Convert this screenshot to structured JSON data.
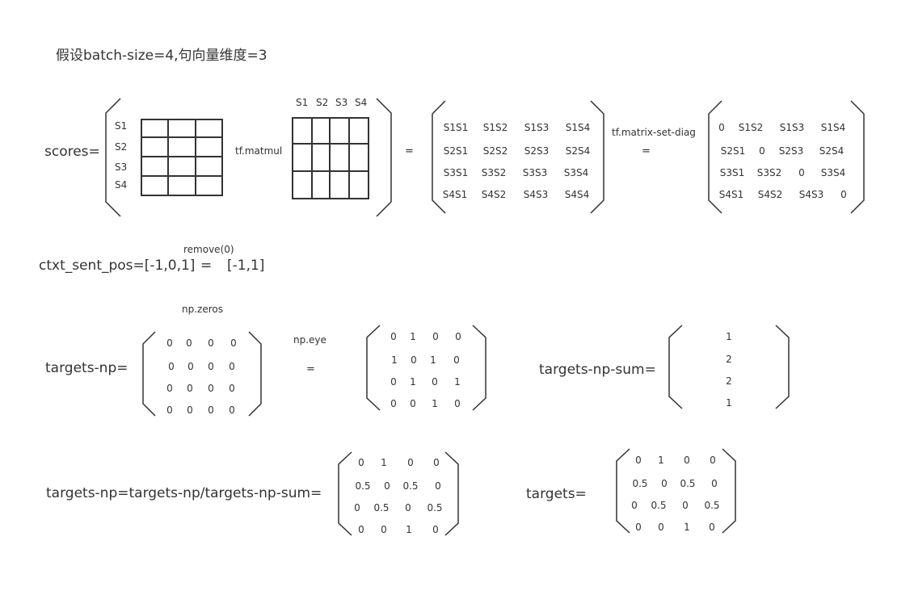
{
  "title": "假设batch-size=4,句向量维度=3",
  "scores": {
    "label": "scores=",
    "row_labels": [
      "S1",
      "S2",
      "S3",
      "S4"
    ],
    "col_labels": [
      "S1",
      "S2",
      "S3",
      "S4"
    ],
    "op_matmul": "tf.matmul",
    "equals": "=",
    "product": [
      [
        "S1S1",
        "S1S2",
        "S1S3",
        "S1S4"
      ],
      [
        "S2S1",
        "S2S2",
        "S2S3",
        "S2S4"
      ],
      [
        "S3S1",
        "S3S2",
        "S3S3",
        "S3S4"
      ],
      [
        "S4S1",
        "S4S2",
        "S4S3",
        "S4S4"
      ]
    ],
    "op_setdiag": "tf.matrix-set-diag",
    "equals2": "=",
    "diag_result": [
      [
        "0",
        "S1S2",
        "S1S3",
        "S1S4"
      ],
      [
        "S2S1",
        "0",
        "S2S3",
        "S2S4"
      ],
      [
        "S3S1",
        "S3S2",
        "0",
        "S3S4"
      ],
      [
        "S4S1",
        "S4S2",
        "S4S3",
        "0"
      ]
    ]
  },
  "ctxt": {
    "label": "ctxt_sent_pos=[-1,0,1]",
    "op": "remove(0)",
    "equals": "=",
    "result": "[-1,1]"
  },
  "targets_np": {
    "label": "targets-np=",
    "op_zeros": "np.zeros",
    "zeros": [
      [
        "0",
        "0",
        "0",
        "0"
      ],
      [
        "0",
        "0",
        "0",
        "0"
      ],
      [
        "0",
        "0",
        "0",
        "0"
      ],
      [
        "0",
        "0",
        "0",
        "0"
      ]
    ],
    "op_eye": "np.eye",
    "equals": "=",
    "eye": [
      [
        "0",
        "1",
        "0",
        "0"
      ],
      [
        "1",
        "0",
        "1",
        "0"
      ],
      [
        "0",
        "1",
        "0",
        "1"
      ],
      [
        "0",
        "0",
        "1",
        "0"
      ]
    ],
    "sum_label": "targets-np-sum=",
    "sum": [
      "1",
      "2",
      "2",
      "1"
    ]
  },
  "targets_div": {
    "label": "targets-np=targets-np/targets-np-sum=",
    "matrix": [
      [
        "0",
        "1",
        "0",
        "0"
      ],
      [
        "0.5",
        "0",
        "0.5",
        "0"
      ],
      [
        "0",
        "0.5",
        "0",
        "0.5"
      ],
      [
        "0",
        "0",
        "1",
        "0"
      ]
    ]
  },
  "targets": {
    "label": "targets=",
    "matrix": [
      [
        "0",
        "1",
        "0",
        "0"
      ],
      [
        "0.5",
        "0",
        "0.5",
        "0"
      ],
      [
        "0",
        "0.5",
        "0",
        "0.5"
      ],
      [
        "0",
        "0",
        "1",
        "0"
      ]
    ]
  }
}
